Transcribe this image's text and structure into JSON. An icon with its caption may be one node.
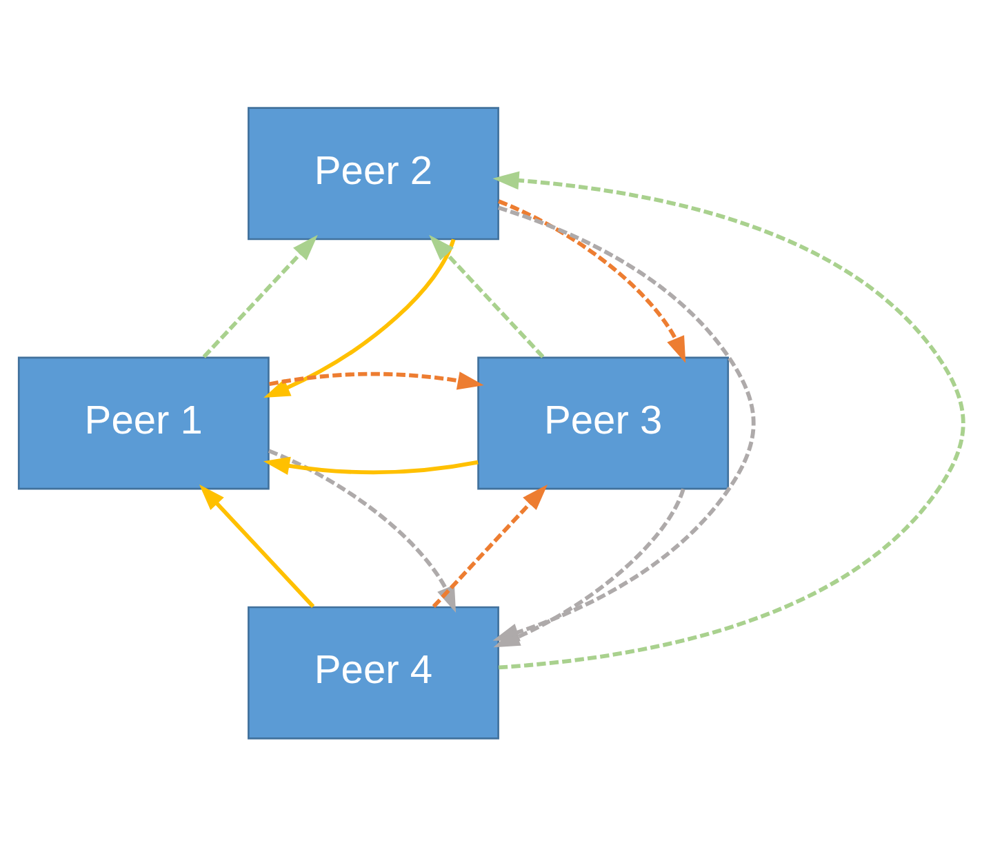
{
  "diagram": {
    "nodes": [
      {
        "text": [
          "Peer 2"
        ]
      },
      {
        "text": [
          "Peer 1"
        ]
      },
      {
        "text": [
          "Peer 3"
        ]
      },
      {
        "text": [
          "Peer 4"
        ]
      }
    ],
    "edges": [
      {
        "from": 1,
        "to": 0,
        "arrow": "to",
        "style": "dashed",
        "color": "#a9d18e"
      },
      {
        "from": 2,
        "to": 0,
        "arrow": "to",
        "style": "dashed",
        "color": "#a9d18e"
      },
      {
        "from": 3,
        "to": 0,
        "arrow": "to",
        "style": "dashed",
        "color": "#a9d18e"
      },
      {
        "from": 0,
        "to": 1,
        "arrow": "to",
        "color": "#ffc000"
      },
      {
        "from": 2,
        "to": 1,
        "arrow": "to",
        "color": "#ffc000"
      },
      {
        "from": 3,
        "to": 1,
        "arrow": "to",
        "color": "#ffc000"
      },
      {
        "from": 0,
        "to": 2,
        "arrow": "to",
        "style": "dashed",
        "color": "#ed7d31"
      },
      {
        "from": 1,
        "to": 2,
        "arrow": "to",
        "style": "dashed",
        "color": "#ed7d31"
      },
      {
        "from": 3,
        "to": 2,
        "arrow": "to",
        "style": "dashed",
        "color": "#ed7d31"
      },
      {
        "from": 1,
        "to": 3,
        "arrow": "to",
        "style": "dashed",
        "color": "#aeaaaa"
      },
      {
        "from": 0,
        "to": 3,
        "arrow": "to",
        "style": "dashed",
        "color": "#aeaaaa"
      },
      {
        "from": 2,
        "to": 3,
        "arrow": "to",
        "style": "dashed",
        "color": "#aeaaaa"
      }
    ]
  }
}
